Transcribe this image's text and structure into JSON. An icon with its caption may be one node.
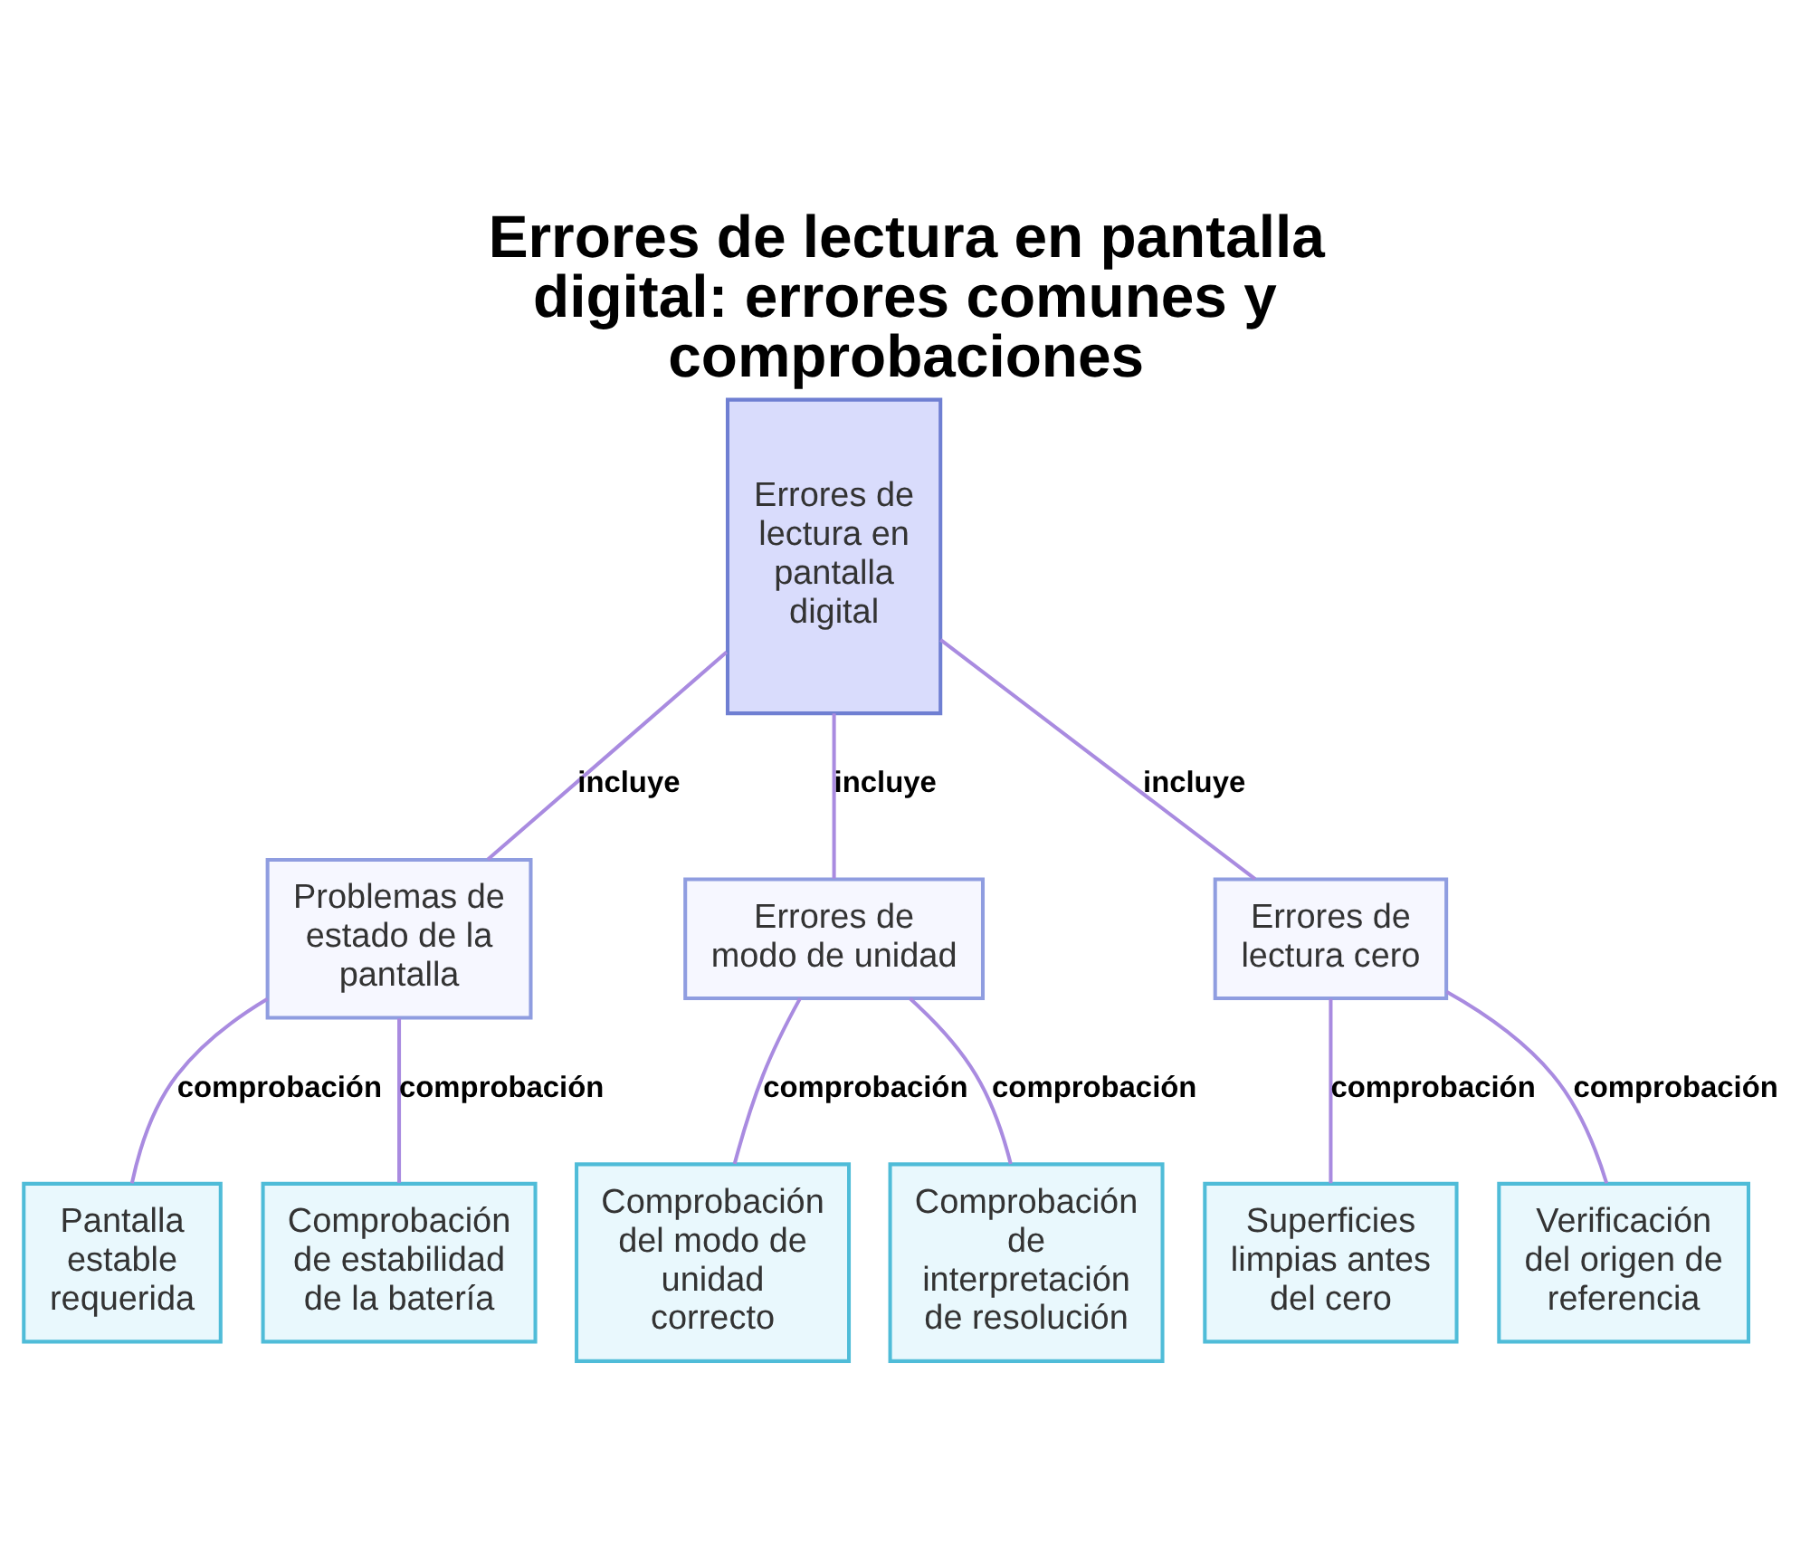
{
  "diagram": {
    "title": "Errores de lectura en pantalla digital: errores comunes y comprobaciones",
    "nodes": [
      {
        "text": [
          "Errores de lectura en pantalla digital"
        ]
      },
      {
        "text": [
          "Problemas de estado de la pantalla"
        ]
      },
      {
        "text": [
          "Errores de modo de unidad"
        ]
      },
      {
        "text": [
          "Errores de lectura cero"
        ]
      },
      {
        "text": [
          "Pantalla estable requerida"
        ]
      },
      {
        "text": [
          "Comprobación de estabilidad de la batería"
        ]
      },
      {
        "text": [
          "Comprobación del modo de unidad correcto"
        ]
      },
      {
        "text": [
          "Comprobación de interpretación de resolución"
        ]
      },
      {
        "text": [
          "Superficies limpias antes del cero"
        ]
      },
      {
        "text": [
          "Verificación del origen de referencia"
        ]
      }
    ],
    "edges": [
      {
        "from": 0,
        "to": 1,
        "arrow": "none",
        "label": "incluye"
      },
      {
        "from": 0,
        "to": 2,
        "arrow": "none",
        "label": "incluye"
      },
      {
        "from": 0,
        "to": 3,
        "arrow": "none",
        "label": "incluye"
      },
      {
        "from": 1,
        "to": 4,
        "arrow": "none",
        "label": "comprobación"
      },
      {
        "from": 1,
        "to": 5,
        "arrow": "none",
        "label": "comprobación"
      },
      {
        "from": 2,
        "to": 6,
        "arrow": "none",
        "label": "comprobación"
      },
      {
        "from": 2,
        "to": 7,
        "arrow": "none",
        "label": "comprobación"
      },
      {
        "from": 3,
        "to": 8,
        "arrow": "none",
        "label": "comprobación"
      },
      {
        "from": 3,
        "to": 9,
        "arrow": "none",
        "label": "comprobación"
      }
    ]
  }
}
